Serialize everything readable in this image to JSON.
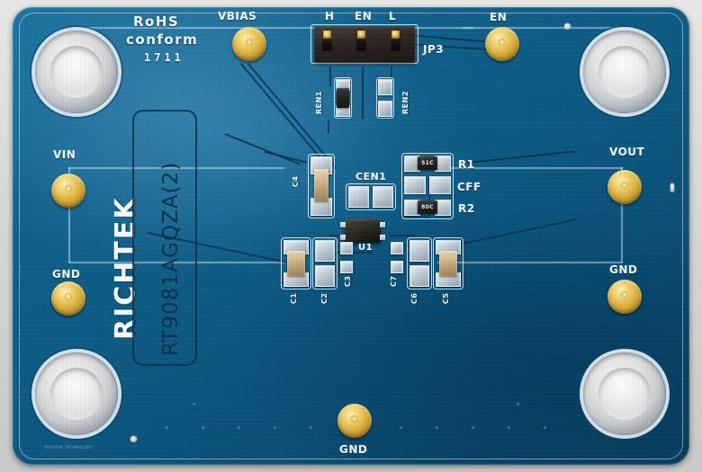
{
  "board": {
    "brand": "RICHTEK",
    "part_number": "RT9081AGQZA(2)",
    "compliance_line1": "RoHS",
    "compliance_line2": "conform",
    "date_code": "1711",
    "fine_print": "RICHTEK TECHNOLOGY",
    "colors": {
      "solder_mask": "#0d5a83",
      "silkscreen": "#f2f7fb",
      "pad_metal": "#c7d2da",
      "gold": "#d8ae3c",
      "background": "#d8d8d6"
    }
  },
  "connectors": [
    {
      "name": "vin-post",
      "label": "VIN",
      "type": "sma-test-point"
    },
    {
      "name": "gnd-left-post",
      "label": "GND",
      "type": "sma-test-point"
    },
    {
      "name": "vbias-post",
      "label": "VBIAS",
      "type": "sma-test-point"
    },
    {
      "name": "en-post",
      "label": "EN",
      "type": "sma-test-point"
    },
    {
      "name": "vout-post",
      "label": "VOUT",
      "type": "sma-test-point"
    },
    {
      "name": "gnd-right-post",
      "label": "GND",
      "type": "sma-test-point"
    },
    {
      "name": "gnd-bottom-post",
      "label": "GND",
      "type": "sma-test-point"
    }
  ],
  "header": {
    "designator": "JP3",
    "pin_labels": [
      "H",
      "EN",
      "L"
    ],
    "positions": 3
  },
  "components": [
    {
      "designator": "REN1",
      "type": "resistor",
      "populated": true,
      "marking": ""
    },
    {
      "designator": "REN2",
      "type": "resistor",
      "populated": false,
      "marking": ""
    },
    {
      "designator": "C4",
      "type": "capacitor",
      "populated": true,
      "marking": ""
    },
    {
      "designator": "CEN1",
      "type": "capacitor",
      "populated": false,
      "marking": ""
    },
    {
      "designator": "R1",
      "type": "resistor",
      "populated": true,
      "marking": "51C"
    },
    {
      "designator": "CFF",
      "type": "capacitor",
      "populated": false,
      "marking": ""
    },
    {
      "designator": "R2",
      "type": "resistor",
      "populated": true,
      "marking": "80C"
    },
    {
      "designator": "U1",
      "type": "ic",
      "populated": true,
      "marking": ""
    },
    {
      "designator": "C1",
      "type": "capacitor",
      "populated": true,
      "marking": ""
    },
    {
      "designator": "C2",
      "type": "capacitor",
      "populated": false,
      "marking": ""
    },
    {
      "designator": "C3",
      "type": "capacitor",
      "populated": false,
      "marking": ""
    },
    {
      "designator": "C7",
      "type": "capacitor",
      "populated": false,
      "marking": ""
    },
    {
      "designator": "C6",
      "type": "capacitor",
      "populated": false,
      "marking": ""
    },
    {
      "designator": "C5",
      "type": "capacitor",
      "populated": true,
      "marking": ""
    }
  ],
  "labels": {
    "vin": "VIN",
    "gnd_left": "GND",
    "vbias": "VBIAS",
    "en": "EN",
    "vout": "VOUT",
    "gnd_right": "GND",
    "gnd_bottom": "GND",
    "jp3": "JP3",
    "jp_h": "H",
    "jp_en": "EN",
    "jp_l": "L",
    "ren1": "REN1",
    "ren2": "REN2",
    "c4": "C4",
    "cen1": "CEN1",
    "r1": "R1",
    "cff": "CFF",
    "r2": "R2",
    "u1": "U1",
    "c1": "C1",
    "c2": "C2",
    "c3": "C3",
    "c7": "C7",
    "c6": "C6",
    "c5": "C5",
    "r1_marking": "51C",
    "r2_marking": "80C"
  }
}
